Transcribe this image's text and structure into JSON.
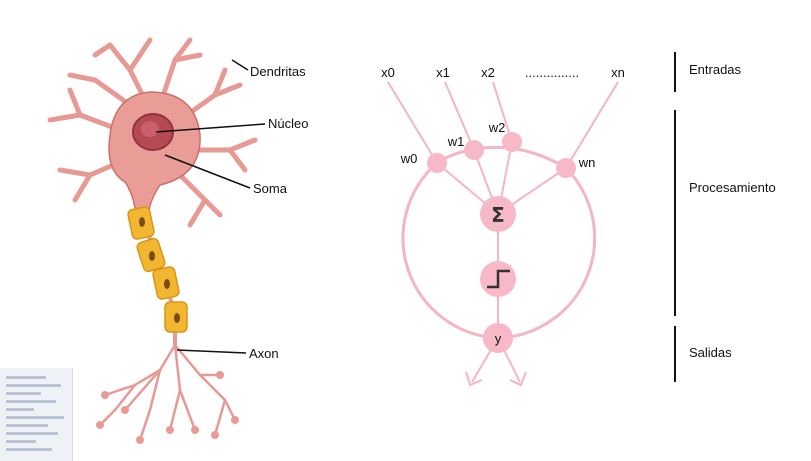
{
  "neuron": {
    "labels": {
      "dendrites": "Dendritas",
      "nucleus": "Núcleo",
      "soma": "Soma",
      "axon": "Axon"
    },
    "colors": {
      "soma": "#e99a94",
      "nucleus": "#b54a55",
      "myelin": "#f2b630",
      "outline": "#c9706d"
    }
  },
  "perceptron": {
    "inputs": [
      "x0",
      "x1",
      "x2",
      "xn"
    ],
    "ellipsis": "...............",
    "weights": [
      "w0",
      "w1",
      "w2",
      "wn"
    ],
    "sum_symbol": "Σ",
    "output": "y",
    "colors": {
      "node": "#f7b9c8",
      "line": "#f4b5c4"
    }
  },
  "stages": {
    "inputs": "Entradas",
    "processing": "Procesamiento",
    "outputs": "Salidas"
  }
}
